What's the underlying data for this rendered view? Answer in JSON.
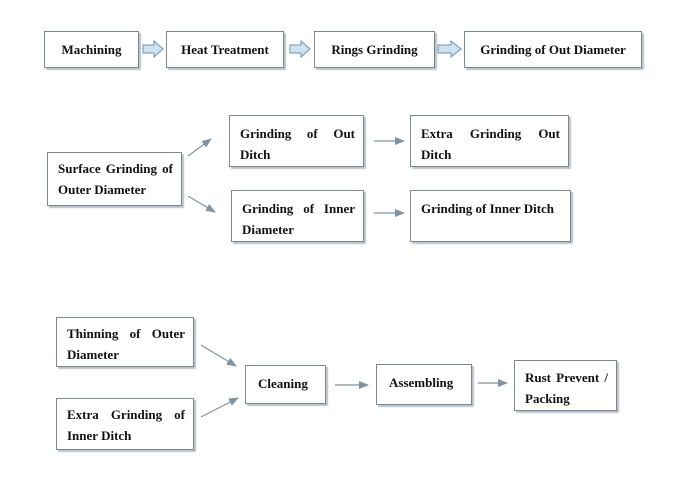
{
  "row1": {
    "machining": "Machining",
    "heat_treatment": "Heat Treatment",
    "rings_grinding": "Rings Grinding",
    "grinding_out_diameter": "Grinding of Out Diameter"
  },
  "row2": {
    "surface_grinding": "Surface Grinding of Outer Diameter",
    "grinding_out_ditch": "Grinding of Out Ditch",
    "extra_grinding_out_ditch": "Extra Grinding Out Ditch",
    "grinding_inner_diameter": "Grinding of Inner Diameter",
    "grinding_inner_ditch": "Grinding of Inner Ditch"
  },
  "row3": {
    "thinning_outer_diameter": "Thinning of Outer Diameter",
    "extra_grinding_inner_ditch": "Extra Grinding of Inner Ditch",
    "cleaning": "Cleaning",
    "assembling": "Assembling",
    "rust_prevent_packing": "Rust Prevent / Packing"
  },
  "colors": {
    "box_border": "#7a8794",
    "box_shadow": "#b9c2cb",
    "arrow": "#7f93a6",
    "block_arrow_fill": "#cfe3f3",
    "block_arrow_stroke": "#6f8fae"
  }
}
